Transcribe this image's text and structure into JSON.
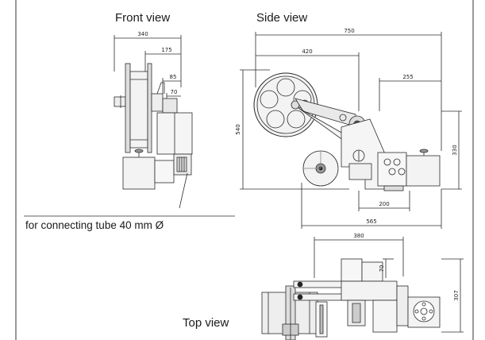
{
  "views": {
    "front": "Front view",
    "side": "Side view",
    "top": "Top view"
  },
  "caption": "for connecting tube 40 mm Ø",
  "dimensions": {
    "front_overall": "340",
    "front_175": "175",
    "front_85": "85",
    "front_70": "70",
    "side_overall": "750",
    "side_420": "420",
    "side_255": "255",
    "side_height": "540",
    "side_330": "330",
    "side_200": "200",
    "side_565": "565",
    "top_380": "380",
    "top_70": "70",
    "top_307": "307"
  },
  "colors": {
    "line": "#2b2b2b",
    "fill": "#f1f1f1",
    "dark": "#555555"
  }
}
